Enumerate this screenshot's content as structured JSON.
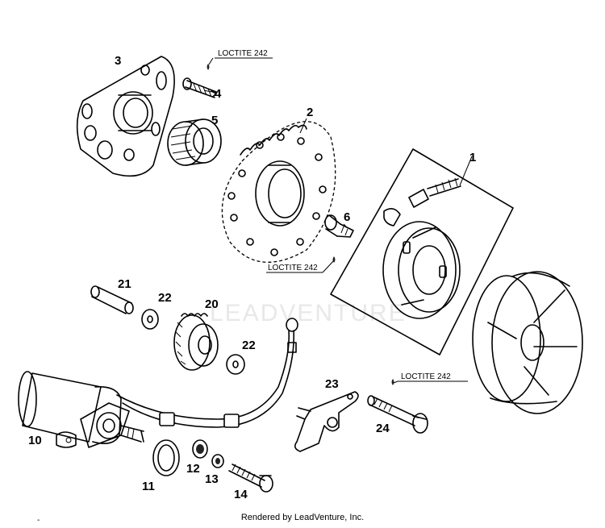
{
  "labels": {
    "p1": "1",
    "p2": "2",
    "p3": "3",
    "p4": "4",
    "p5": "5",
    "p6": "6",
    "p10": "10",
    "p11": "11",
    "p12": "12",
    "p13": "13",
    "p14": "14",
    "p20": "20",
    "p21": "21",
    "p22a": "22",
    "p22b": "22",
    "p23": "23",
    "p24": "24"
  },
  "loctite": {
    "top": "LOCTITE 242",
    "middle": "LOCTITE 242",
    "right": "LOCTITE 242"
  },
  "watermark": "LEADVENTURE",
  "footer": {
    "credit": "Rendered by LeadVenture, Inc.",
    "mark": "-"
  }
}
